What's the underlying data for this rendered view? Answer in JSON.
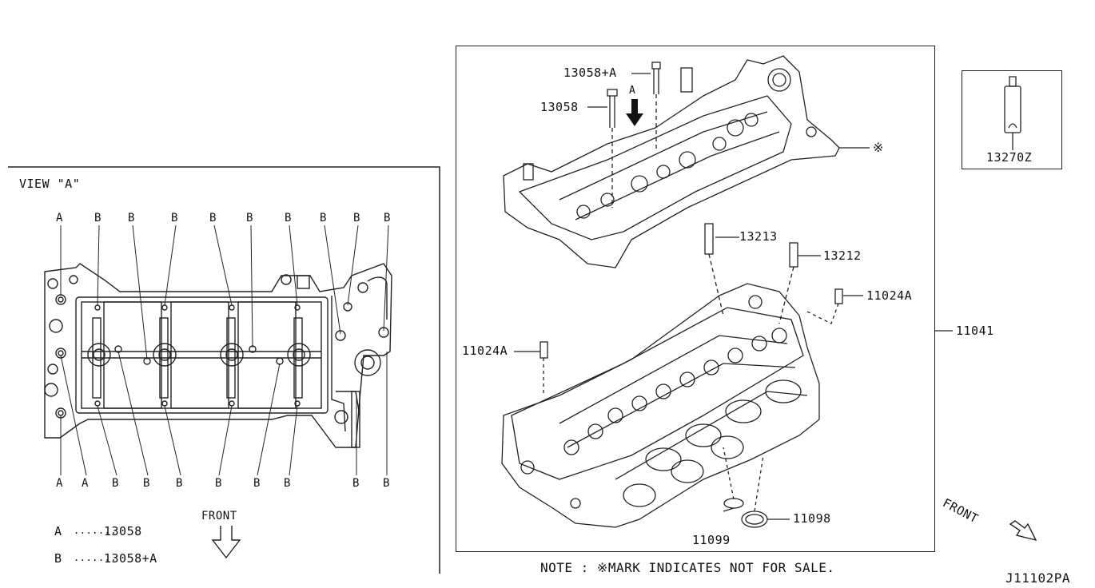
{
  "view_a": {
    "title": "VIEW \"A\"",
    "top_callouts": [
      "A",
      "B",
      "B",
      "B",
      "B",
      "B",
      "B",
      "B",
      "B",
      "B"
    ],
    "bottom_callouts": [
      "A",
      "A",
      "B",
      "B",
      "B",
      "B",
      "B",
      "B",
      "B",
      "B"
    ],
    "legend": [
      {
        "key": "A",
        "dots": ".......",
        "part": "13058"
      },
      {
        "key": "B",
        "dots": ".......",
        "part": "13058+A"
      }
    ],
    "front_label": "FRONT"
  },
  "main": {
    "part_labels": {
      "p13058a": "13058+A",
      "p13058": "13058",
      "arrow_a": "A",
      "p13213": "13213",
      "p13212": "13212",
      "p11024a_right": "11024A",
      "p11024a_left": "11024A",
      "p11041": "11041",
      "p11099": "11099",
      "p11098": "11098",
      "not_for_sale_mark": "※"
    },
    "front_label": "FRONT"
  },
  "inset": {
    "part": "13270Z"
  },
  "note": "NOTE : ※MARK INDICATES NOT FOR SALE.",
  "diagram_code": "J11102PA"
}
